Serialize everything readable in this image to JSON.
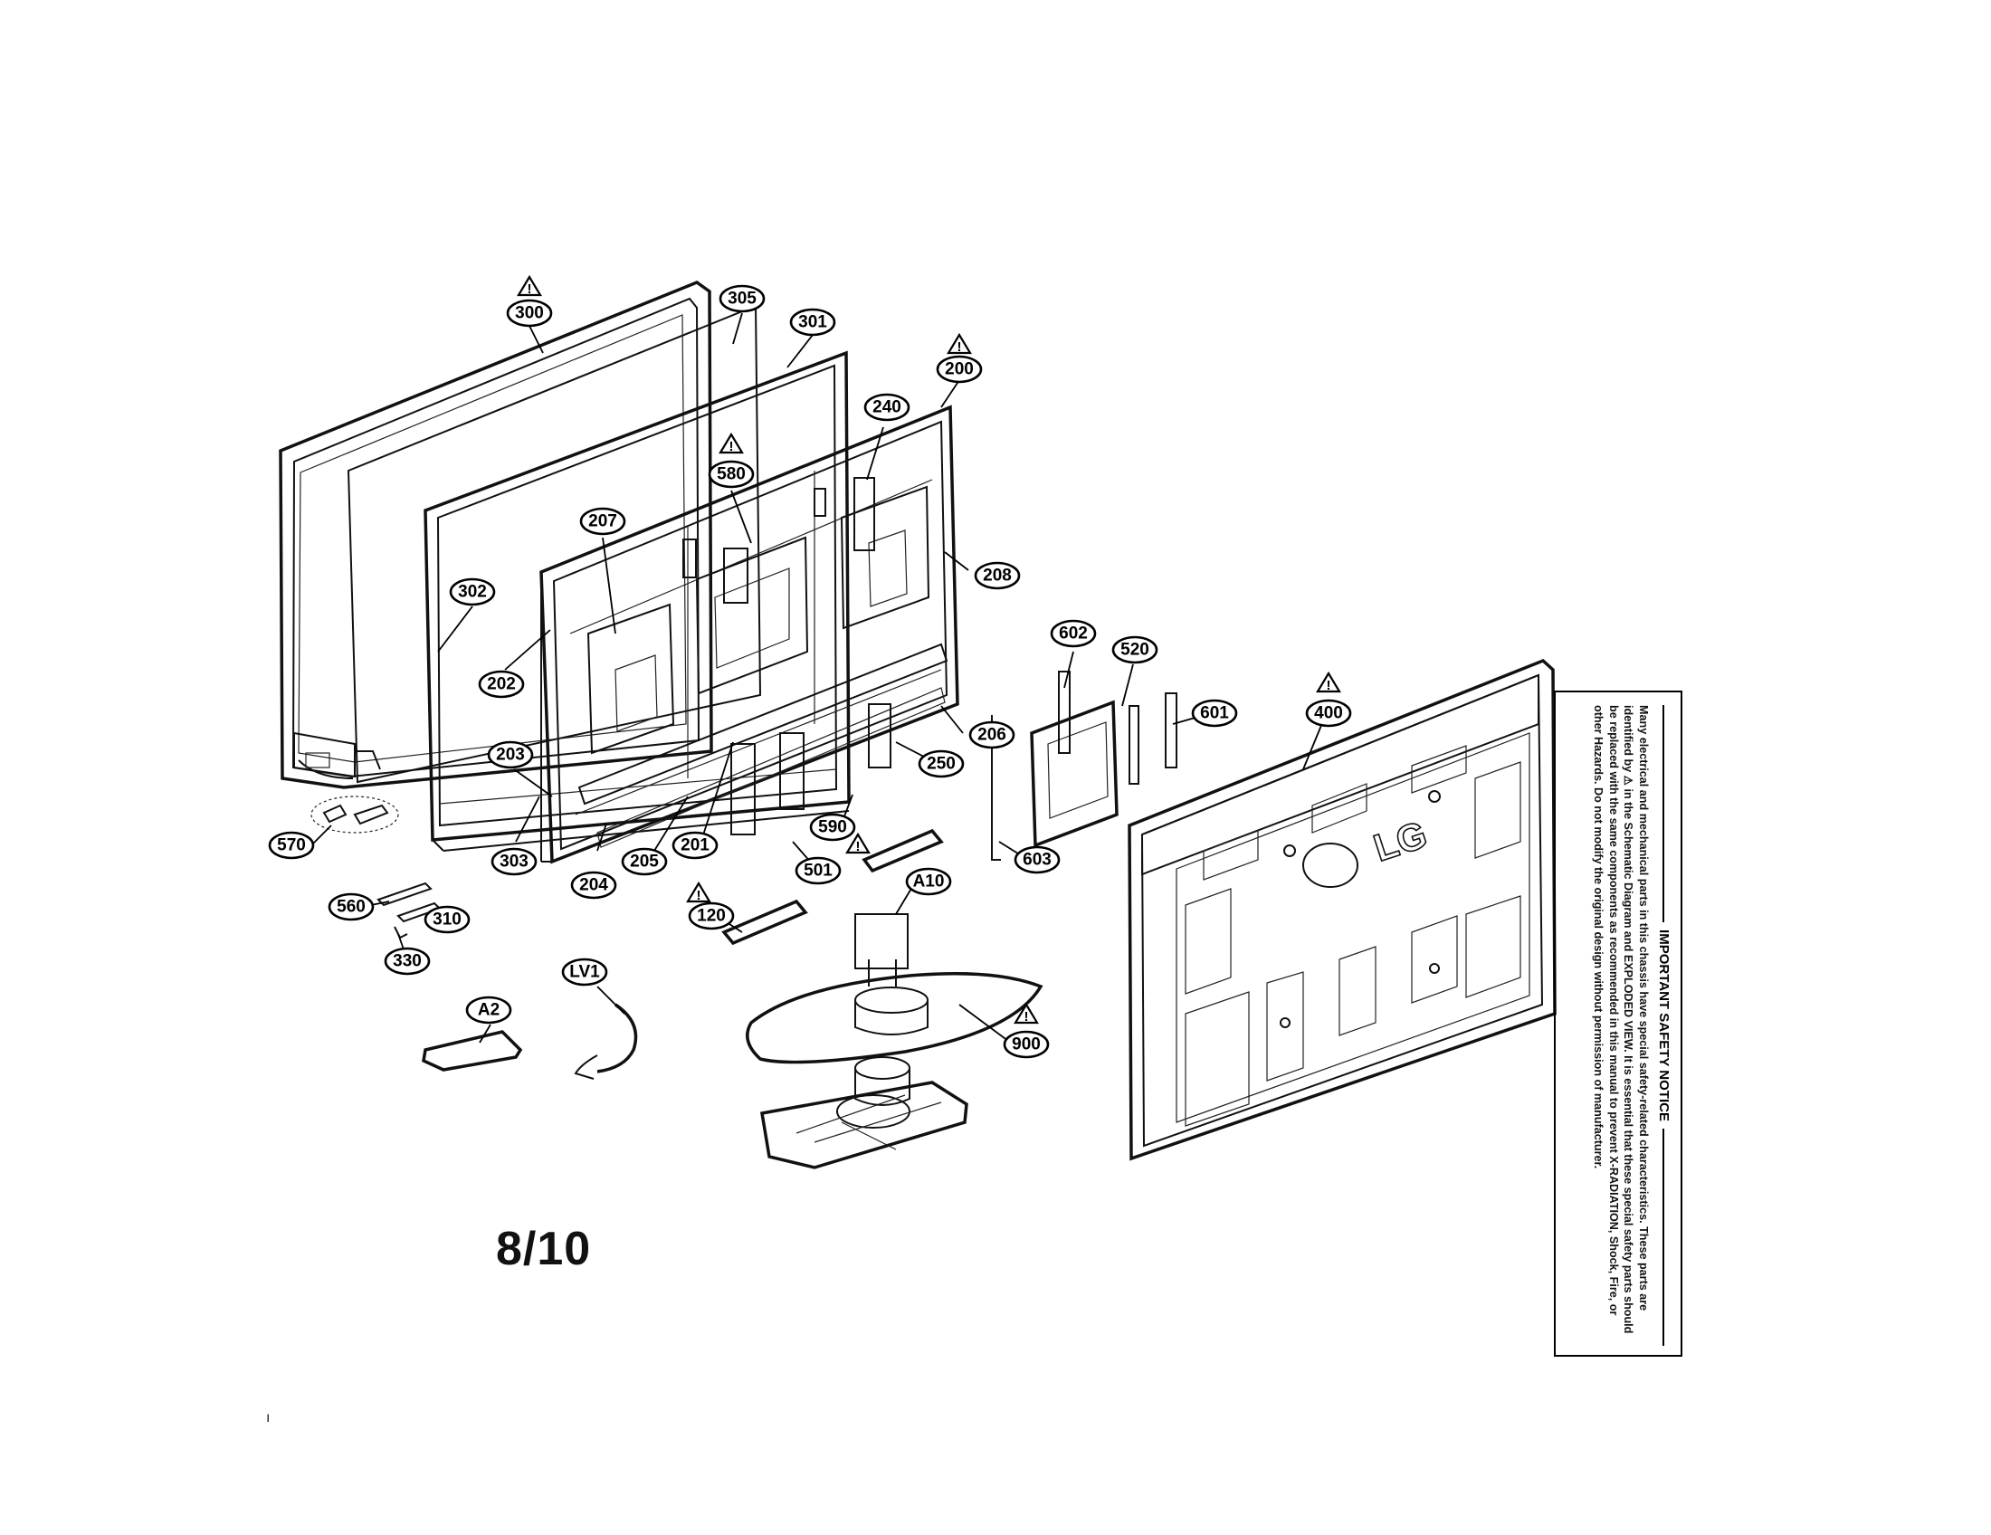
{
  "page_number": "8/10",
  "stray_mark": "ı",
  "callouts": [
    {
      "id": "300",
      "label": "300"
    },
    {
      "id": "305",
      "label": "305"
    },
    {
      "id": "301",
      "label": "301"
    },
    {
      "id": "200",
      "label": "200"
    },
    {
      "id": "240",
      "label": "240"
    },
    {
      "id": "580",
      "label": "580"
    },
    {
      "id": "207",
      "label": "207"
    },
    {
      "id": "208",
      "label": "208"
    },
    {
      "id": "302",
      "label": "302"
    },
    {
      "id": "202",
      "label": "202"
    },
    {
      "id": "602",
      "label": "602"
    },
    {
      "id": "520",
      "label": "520"
    },
    {
      "id": "601",
      "label": "601"
    },
    {
      "id": "400",
      "label": "400"
    },
    {
      "id": "206",
      "label": "206"
    },
    {
      "id": "203",
      "label": "203"
    },
    {
      "id": "250",
      "label": "250"
    },
    {
      "id": "603",
      "label": "603"
    },
    {
      "id": "590",
      "label": "590"
    },
    {
      "id": "570",
      "label": "570"
    },
    {
      "id": "303",
      "label": "303"
    },
    {
      "id": "204",
      "label": "204"
    },
    {
      "id": "205",
      "label": "205"
    },
    {
      "id": "201",
      "label": "201"
    },
    {
      "id": "501",
      "label": "501"
    },
    {
      "id": "560",
      "label": "560"
    },
    {
      "id": "310",
      "label": "310"
    },
    {
      "id": "120",
      "label": "120"
    },
    {
      "id": "A10",
      "label": "A10"
    },
    {
      "id": "330",
      "label": "330"
    },
    {
      "id": "LV1",
      "label": "LV1"
    },
    {
      "id": "A2",
      "label": "A2"
    },
    {
      "id": "900",
      "label": "900"
    }
  ],
  "warning_symbol": "!",
  "logo_text": "LG",
  "safety_notice": {
    "title": "IMPORTANT SAFETY NOTICE",
    "body": "Many electrical and mechanical parts in this chassis have special safety-related characteristics. These parts are identified by ⚠ in the Schematic Diagram and EXPLODED VIEW. It is essential that these special safety parts should be replaced with the same components as recommended in this manual to prevent X-RADIATION, Shock, Fire, or other Hazards. Do not modify the original design without permission of manufacturer."
  }
}
